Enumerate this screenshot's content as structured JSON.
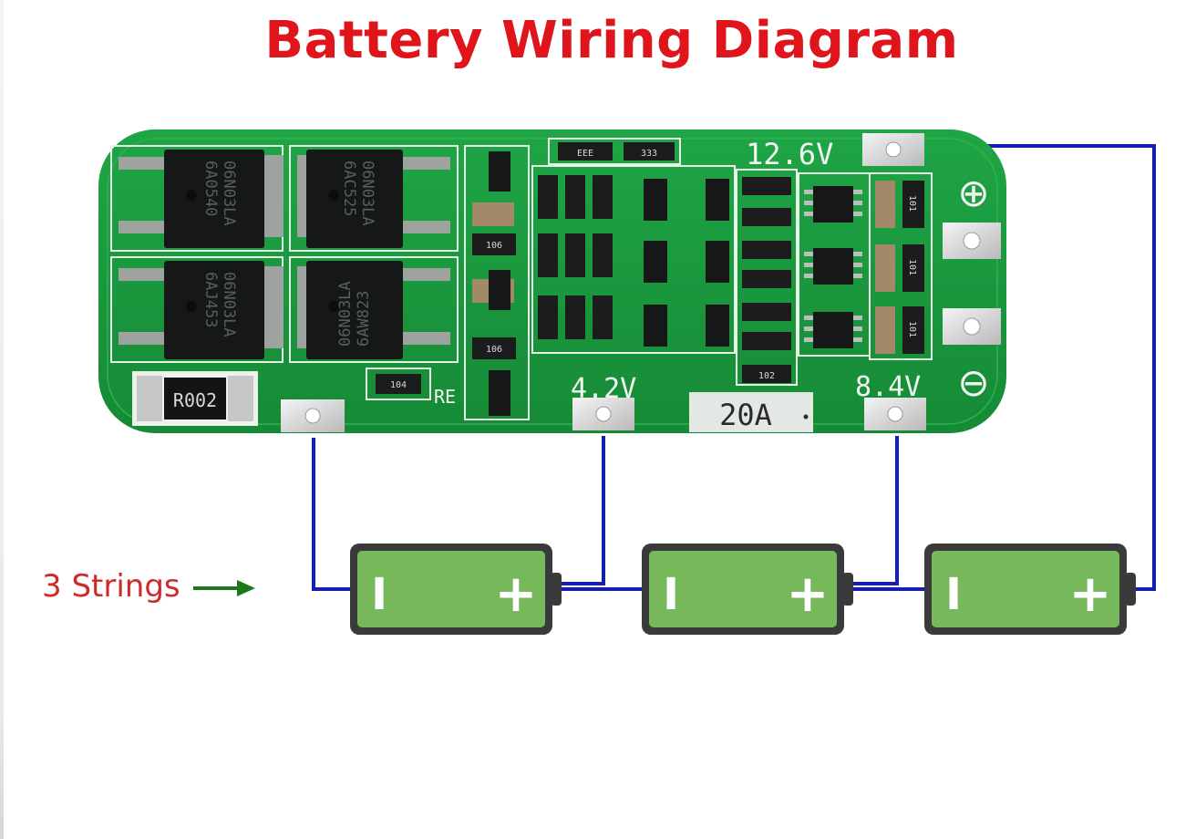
{
  "title": "Battery Wiring Diagram",
  "board": {
    "label_12v6": "12.6V",
    "label_4v2": "4.2V",
    "label_8v4": "8.4V",
    "rating": "20A",
    "resistor_marking": "R002",
    "re_label": "RE",
    "mosfet_markings": [
      [
        "06N03LA",
        "6A0540"
      ],
      [
        "06N03LA",
        "6AC525"
      ],
      [
        "06N03LA",
        "6AJ453"
      ],
      [
        "06N03LA",
        "6AW823"
      ]
    ],
    "chip_small_labels": [
      "EEE",
      "333",
      "106",
      "106",
      "104",
      "102",
      "101",
      "101",
      "101"
    ],
    "plus_symbol": "⊕",
    "minus_symbol": "⊖"
  },
  "batteries": [
    {
      "neg": "I",
      "pos": "+"
    },
    {
      "neg": "I",
      "pos": "+"
    },
    {
      "neg": "I",
      "pos": "+"
    }
  ],
  "strings_label": "3 Strings",
  "colors": {
    "title": "#e0141b",
    "wire": "#1520b0",
    "pcb": "#1b9a3f",
    "battery_fill": "#77b85a",
    "battery_outline": "#3a3a3a",
    "arrow": "#1a7a1a",
    "strings_text": "#cf2a2a"
  }
}
